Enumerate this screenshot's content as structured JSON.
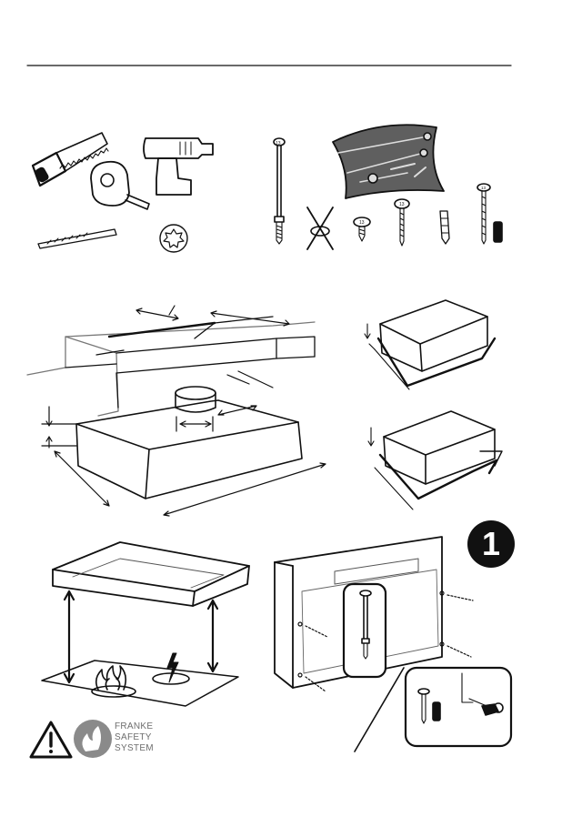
{
  "step": {
    "number": "1"
  },
  "safety": {
    "brand_lines": [
      "FRANKE",
      "SAFETY",
      "SYSTEM"
    ]
  },
  "fastener_labels": {
    "long_screw": "13",
    "small_screw": "13",
    "medium_screw": "13",
    "right_screw": "13"
  },
  "icons": [
    "saw-icon",
    "tape-measure-icon",
    "drill-icon",
    "drill-bit-icon",
    "torx-bit-icon",
    "warning-icon",
    "flame-icon",
    "lightning-icon"
  ]
}
